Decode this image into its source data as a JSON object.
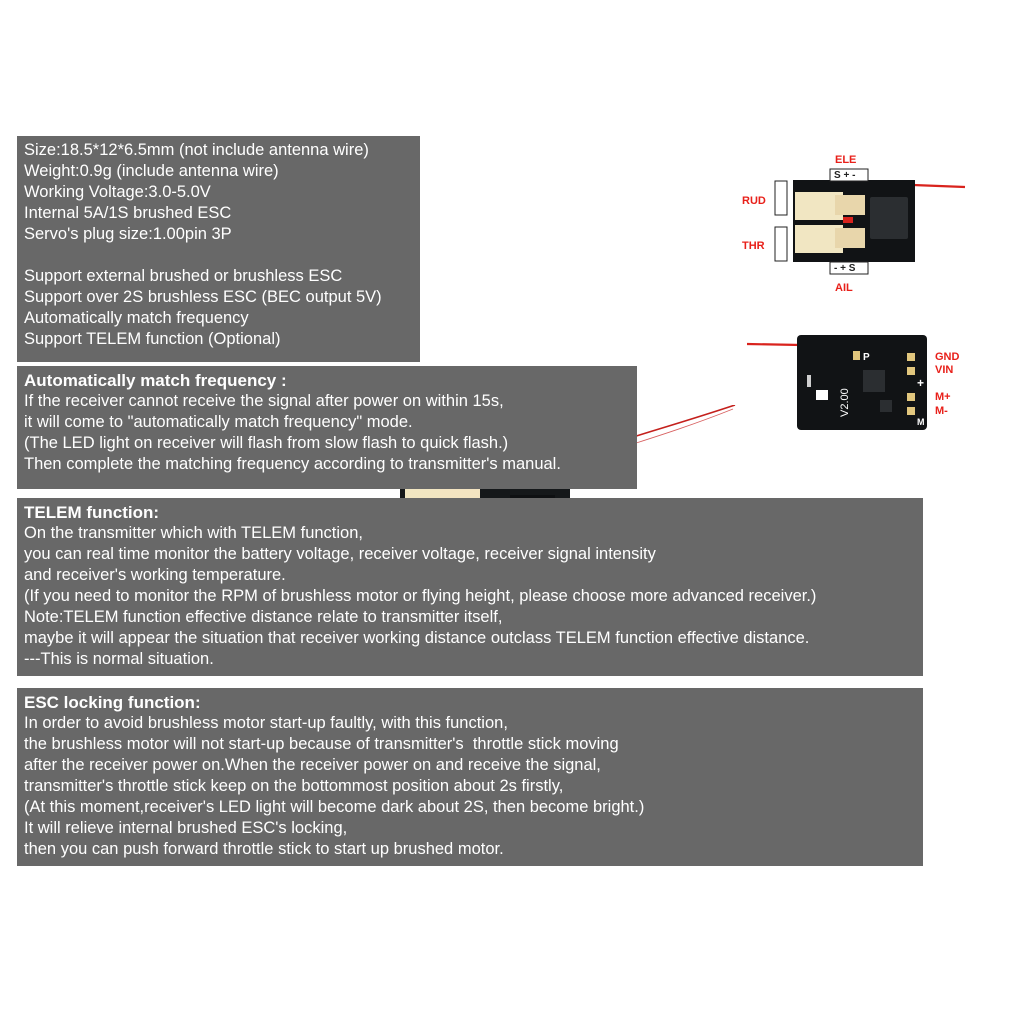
{
  "specs": {
    "lines": [
      "Size:18.5*12*6.5mm (not include antenna wire)",
      "Weight:0.9g (include antenna wire)",
      "Working Voltage:3.0-5.0V",
      "Internal 5A/1S brushed ESC",
      "Servo's plug size:1.00pin 3P",
      "",
      "Support external brushed or brushless ESC",
      "Support over 2S brushless ESC (BEC output 5V)",
      "Automatically match frequency",
      "Support TELEM function (Optional)"
    ]
  },
  "freq": {
    "title": "Automatically match frequency :",
    "lines": [
      "If the receiver cannot receive the signal after power on within 15s,",
      "it will come to \"automatically match frequency\" mode.",
      "(The LED light on receiver will flash from slow flash to quick flash.)",
      "Then complete the matching frequency according to transmitter's manual."
    ]
  },
  "telem": {
    "title": "TELEM function:",
    "lines": [
      "On the transmitter which with TELEM function,",
      "you can real time monitor the battery voltage, receiver voltage, receiver signal intensity",
      "and receiver's working temperature.",
      "(If you need to monitor the RPM of brushless motor or flying height, please choose more advanced receiver.)",
      "Note:TELEM function effective distance relate to transmitter itself,",
      "maybe it will appear the situation that receiver working distance outclass TELEM function effective distance.",
      "---This is normal situation."
    ]
  },
  "esc": {
    "title": "ESC locking function:",
    "lines": [
      "In order to avoid brushless motor start-up faultly, with this function,",
      "the brushless motor will not start-up because of transmitter's  throttle stick moving",
      "after the receiver power on.When the receiver power on and receive the signal,",
      "transmitter's throttle stick keep on the bottommost position about 2s firstly,",
      "(At this moment,receiver's LED light will become dark about 2S, then become bright.)",
      "It will relieve internal brushed ESC's locking,",
      "then you can push forward throttle stick to start up brushed motor."
    ]
  },
  "front_board": {
    "ele": "ELE",
    "rud": "RUD",
    "thr": "THR",
    "ail": "AIL",
    "pins_h": "S + -",
    "pins_h_bottom": "- + S"
  },
  "back_board": {
    "gnd": "GND",
    "vin": "VIN",
    "mplus": "M+",
    "mminus": "M-",
    "version": "V2.00",
    "p": "P",
    "m": "M",
    "plus": "+"
  },
  "colors": {
    "panel": "#686868",
    "label": "#e8201a",
    "pcb": "#101214"
  }
}
